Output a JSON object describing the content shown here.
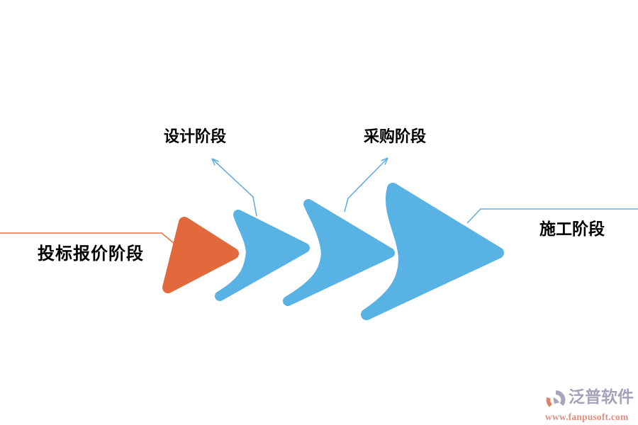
{
  "diagram": {
    "type": "process-flow-arrows",
    "stages": [
      {
        "label": "投标报价阶段",
        "shape": "triangle-arrow",
        "shape_color": "#e2693c",
        "leader_color": "#e8734a"
      },
      {
        "label": "设计阶段",
        "shape": "chevron-arrow",
        "shape_color": "#58b2e4",
        "leader_color": "#68aedd"
      },
      {
        "label": "采购阶段",
        "shape": "chevron-arrow",
        "shape_color": "#58b2e4",
        "leader_color": "#68aedd"
      },
      {
        "label": "施工阶段",
        "shape": "chevron-arrow",
        "shape_color": "#58b2e4",
        "leader_color": "#68aedd"
      }
    ],
    "label_color": "#000000",
    "background": "#ffffff"
  },
  "watermark": {
    "brand": "泛普软件",
    "url": "www.fanpusoft.com",
    "brand_color": "#a2a3b8",
    "url_color": "#dd8e7d",
    "icon": "fanpu-logo"
  }
}
